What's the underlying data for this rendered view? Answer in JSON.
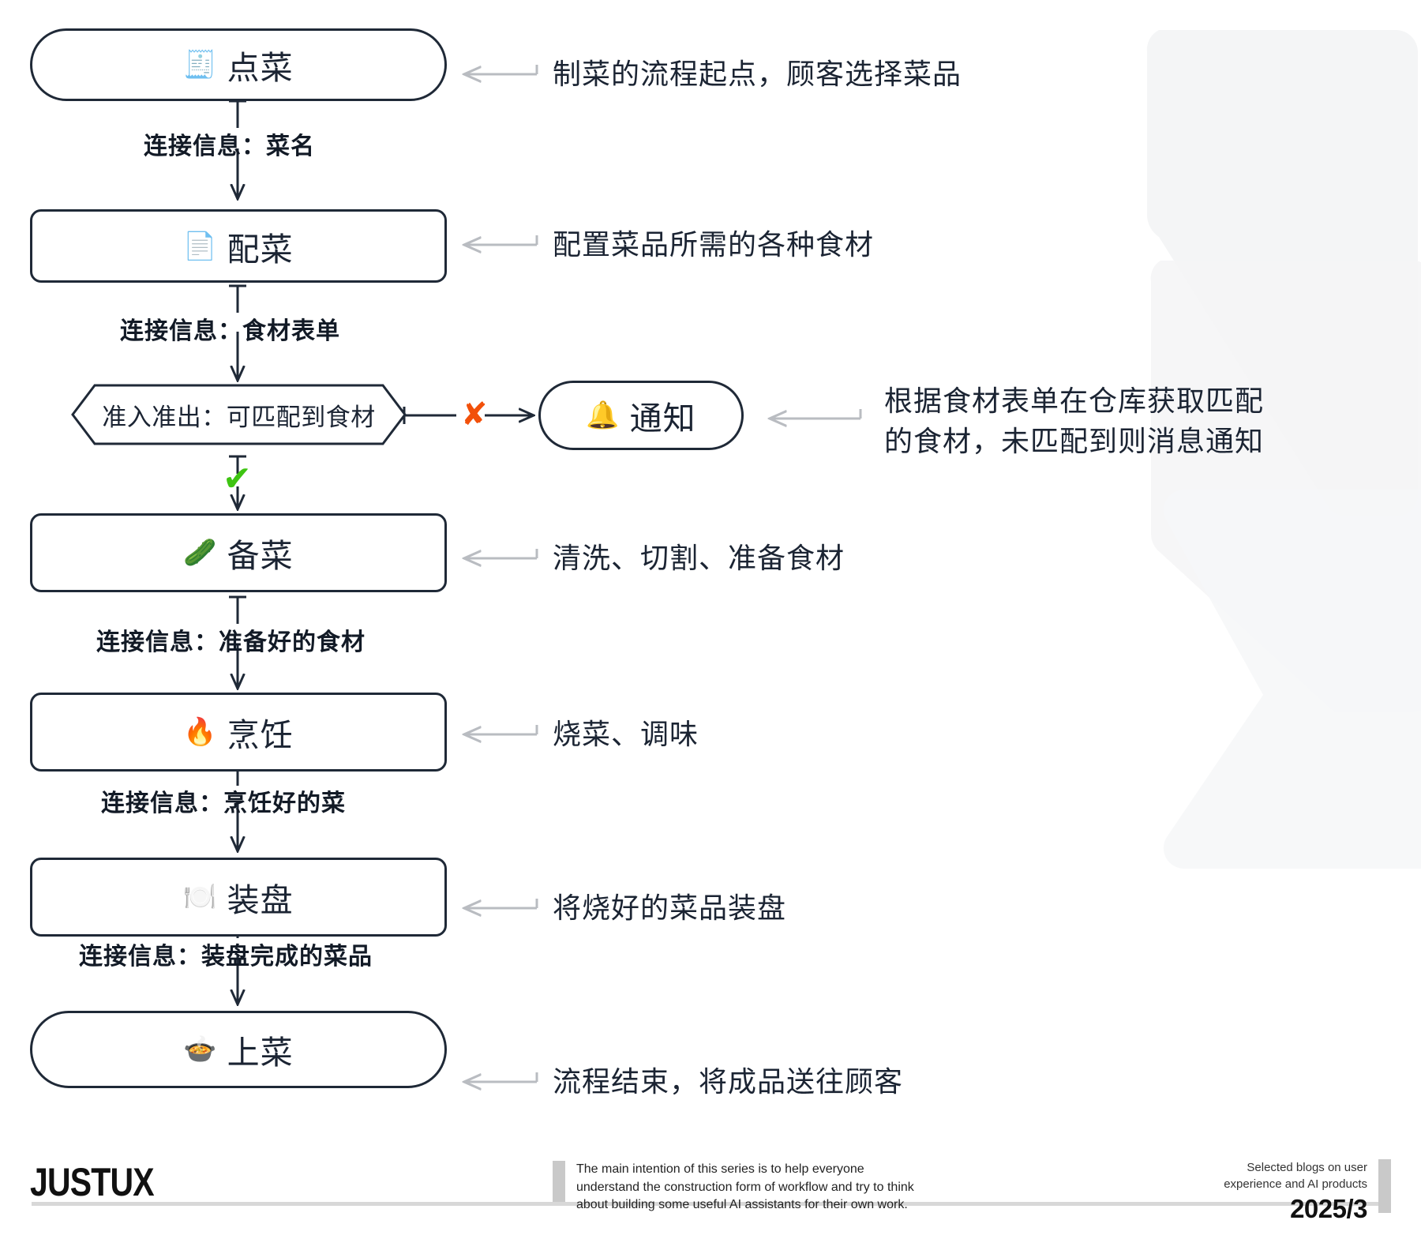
{
  "nodes": [
    {
      "id": "order",
      "emoji": "🧾",
      "label": "点菜",
      "shape": "rounded"
    },
    {
      "id": "prep",
      "emoji": "📄",
      "label": "配菜",
      "shape": "boxy"
    },
    {
      "id": "ready",
      "emoji": "🥒",
      "label": "备菜",
      "shape": "boxy"
    },
    {
      "id": "cook",
      "emoji": "🔥",
      "label": "烹饪",
      "shape": "boxy"
    },
    {
      "id": "plate",
      "emoji": "🍽️",
      "label": "装盘",
      "shape": "boxy"
    },
    {
      "id": "serve",
      "emoji": "🍲",
      "label": "上菜",
      "shape": "rounded"
    },
    {
      "id": "notify",
      "emoji": "🔔",
      "label": "通知",
      "shape": "rounded"
    }
  ],
  "decision": {
    "label": "准入准出：可匹配到食材"
  },
  "connector_labels": [
    {
      "id": "c1",
      "text": "连接信息：菜名"
    },
    {
      "id": "c2",
      "text": "连接信息：食材表单"
    },
    {
      "id": "c3",
      "text": "连接信息：准备好的食材"
    },
    {
      "id": "c4",
      "text": "连接信息：烹饪好的菜"
    },
    {
      "id": "c5",
      "text": "连接信息：装盘完成的菜品"
    }
  ],
  "branch_marks": {
    "fail": "✘",
    "pass": "✔",
    "fail_color": "#f2500a",
    "pass_color": "#3ec412"
  },
  "annotations": [
    {
      "id": "a-order",
      "text": "制菜的流程起点，顾客选择菜品"
    },
    {
      "id": "a-prep",
      "text": "配置菜品所需的各种食材"
    },
    {
      "id": "a-notify",
      "line1": "根据食材表单在仓库获取匹配",
      "line2": "的食材，未匹配到则消息通知"
    },
    {
      "id": "a-ready",
      "text": "清洗、切割、准备食材"
    },
    {
      "id": "a-cook",
      "text": "烧菜、调味"
    },
    {
      "id": "a-plate",
      "text": "将烧好的菜品装盘"
    },
    {
      "id": "a-serve",
      "text": "流程结束，将成品送往顾客"
    }
  ],
  "footer": {
    "brand": "JUSTUX",
    "middle_line1": "The main intention of this series is to help everyone",
    "middle_line2": "understand the construction form of workflow and try to think",
    "middle_line3": "about building some useful AI assistants for their own work.",
    "right_line1": "Selected blogs on user",
    "right_line2": "experience and AI products",
    "year": "2025/3"
  },
  "colors": {
    "node_stroke": "#1f2937",
    "text": "#1b2433",
    "annotation_arrow": "#b9bcc1",
    "flow_arrow": "#1f2937",
    "deco": "#f3f4f5"
  }
}
